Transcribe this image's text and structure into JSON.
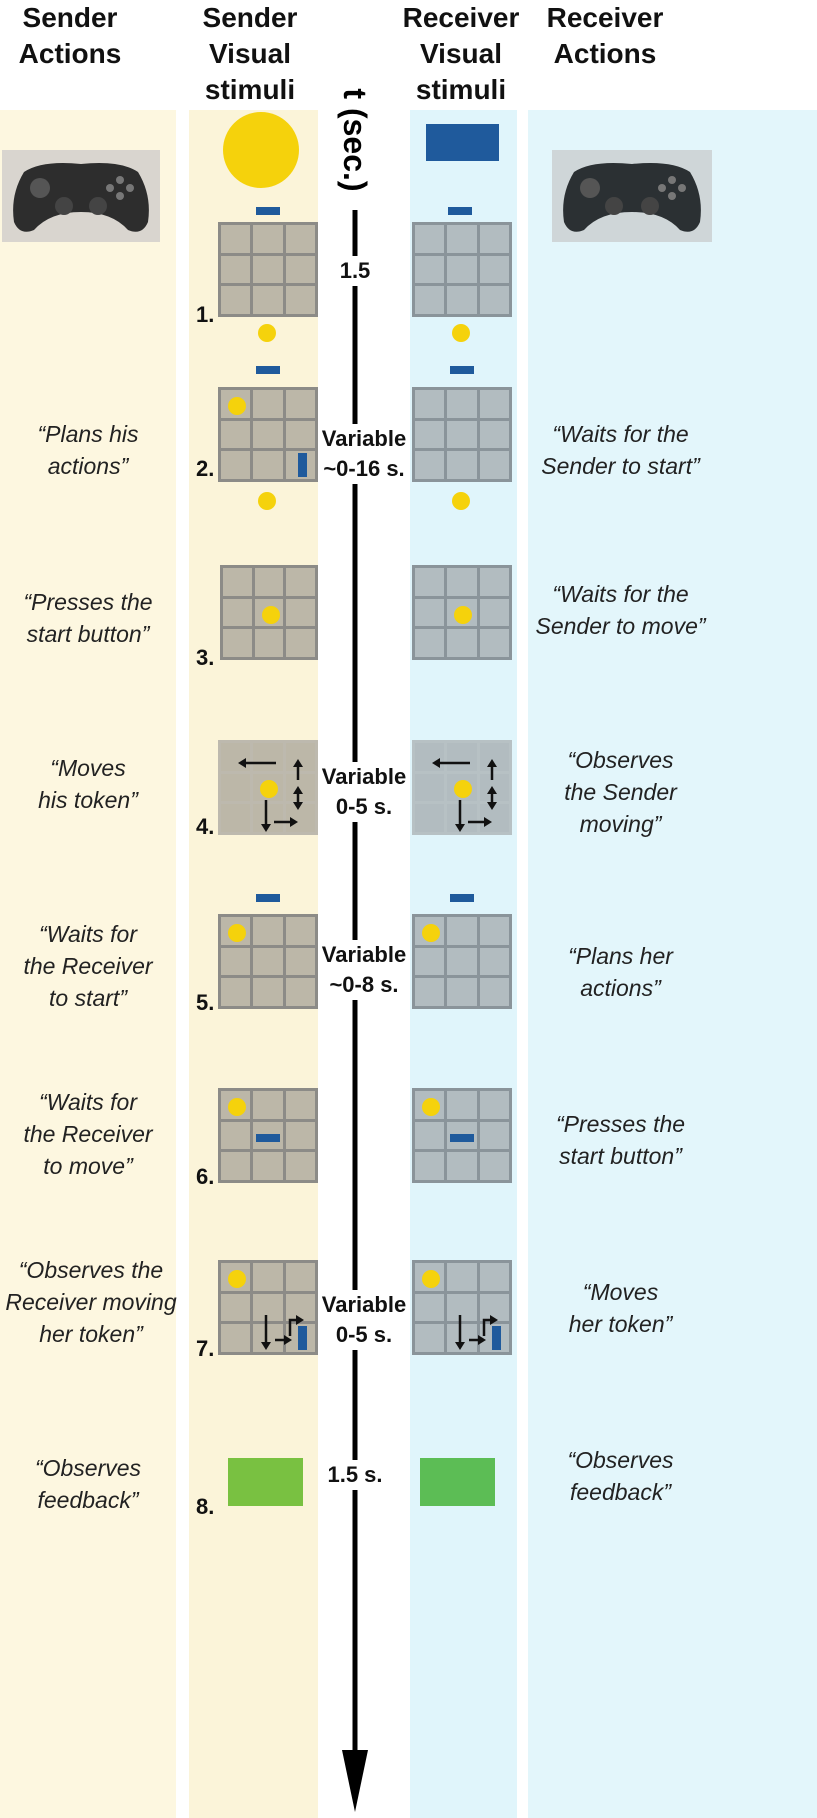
{
  "headers": {
    "sender_actions": [
      "Sender",
      "Actions"
    ],
    "sender_visual": [
      "Sender",
      "Visual",
      "stimuli"
    ],
    "receiver_visual": [
      "Receiver",
      "Visual",
      "stimuli"
    ],
    "receiver_actions": [
      "Receiver",
      "Actions"
    ]
  },
  "axis_label": "t (sec.)",
  "steps": [
    "1.",
    "2.",
    "3.",
    "4.",
    "5.",
    "6.",
    "7.",
    "8."
  ],
  "times": {
    "t1": "1.5",
    "t2": [
      "Variable",
      "~0-16 s."
    ],
    "t4": [
      "Variable",
      "0-5 s."
    ],
    "t5": [
      "Variable",
      "~0-8 s."
    ],
    "t7": [
      "Variable",
      "0-5 s."
    ],
    "t8": "1.5 s."
  },
  "sender_actions": [
    [
      "“Plans his",
      "actions”"
    ],
    [
      "“Presses the",
      "start button”"
    ],
    [
      "“Moves",
      "his token”"
    ],
    [
      "“Waits for",
      "the Receiver",
      "to start”"
    ],
    [
      "“Waits for",
      "the Receiver",
      "to move”"
    ],
    [
      "“Observes the",
      "Receiver moving",
      "her token”"
    ],
    [
      "“Observes",
      "feedback”"
    ]
  ],
  "receiver_actions": [
    [
      "“Waits for the",
      "Sender to start”"
    ],
    [
      "“Waits for the",
      "Sender to move”"
    ],
    [
      "“Observes",
      "the Sender",
      "moving”"
    ],
    [
      "“Plans her",
      "actions”"
    ],
    [
      "“Presses the",
      "start button”"
    ],
    [
      "“Moves",
      "her token”"
    ],
    [
      "“Observes",
      "feedback”"
    ]
  ],
  "colors": {
    "sender_bg": "#fdf7e0",
    "receiver_bg": "#e3f6fb",
    "sender_token": "#f5d20c",
    "receiver_token": "#1f5a9c",
    "feedback": "#79c141"
  },
  "icons": {
    "controller": "gamepad-icon",
    "arrow": "arrow-icon"
  }
}
